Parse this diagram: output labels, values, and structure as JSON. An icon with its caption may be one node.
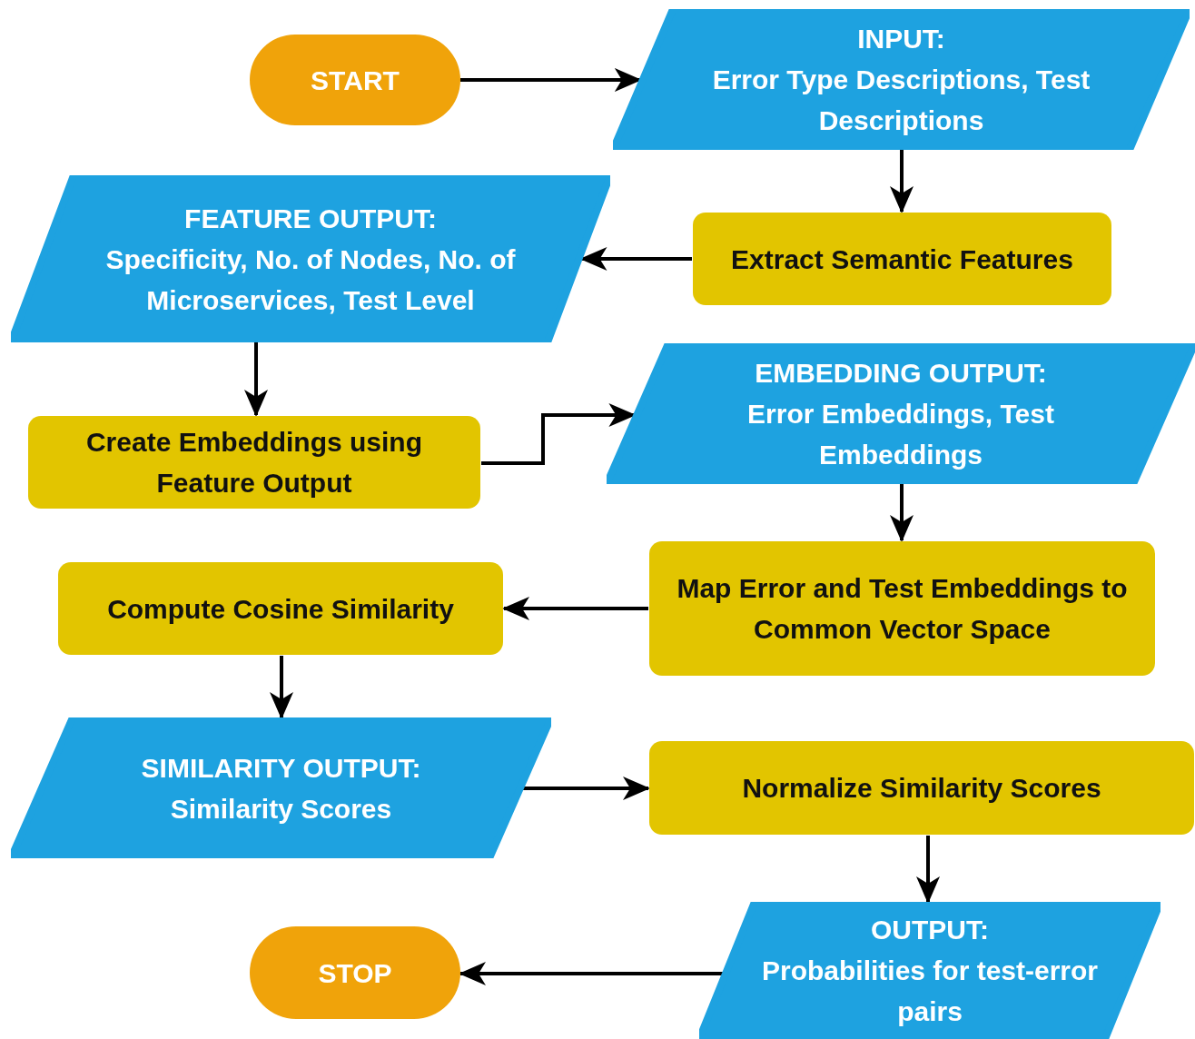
{
  "diagram": {
    "nodes": [
      {
        "text": [
          "START"
        ]
      },
      {
        "text": [
          "INPUT:",
          "Error Type Descriptions, Test Descriptions"
        ]
      },
      {
        "text": [
          "Extract Semantic Features"
        ]
      },
      {
        "text": [
          "FEATURE OUTPUT:",
          "Specificity, No. of Nodes, No. of Microservices, Test Level"
        ]
      },
      {
        "text": [
          "Create Embeddings using Feature Output"
        ]
      },
      {
        "text": [
          "EMBEDDING OUTPUT:",
          "Error Embeddings, Test Embeddings"
        ]
      },
      {
        "text": [
          "Map Error and Test Embeddings to Common Vector Space"
        ]
      },
      {
        "text": [
          "Compute Cosine Similarity"
        ]
      },
      {
        "text": [
          "SIMILARITY OUTPUT:",
          "Similarity Scores"
        ]
      },
      {
        "text": [
          "Normalize Similarity Scores"
        ]
      },
      {
        "text": [
          "OUTPUT:",
          "Probabilities for test-error pairs"
        ]
      },
      {
        "text": [
          "STOP"
        ]
      }
    ],
    "edges": [
      {
        "from": 0,
        "to": 1,
        "arrow": "to"
      },
      {
        "from": 1,
        "to": 2,
        "arrow": "to"
      },
      {
        "from": 2,
        "to": 3,
        "arrow": "to"
      },
      {
        "from": 3,
        "to": 4,
        "arrow": "to"
      },
      {
        "from": 4,
        "to": 5,
        "arrow": "to"
      },
      {
        "from": 5,
        "to": 6,
        "arrow": "to"
      },
      {
        "from": 6,
        "to": 7,
        "arrow": "to"
      },
      {
        "from": 7,
        "to": 8,
        "arrow": "to"
      },
      {
        "from": 8,
        "to": 9,
        "arrow": "to"
      },
      {
        "from": 9,
        "to": 10,
        "arrow": "to"
      },
      {
        "from": 10,
        "to": 11,
        "arrow": "to"
      }
    ]
  }
}
